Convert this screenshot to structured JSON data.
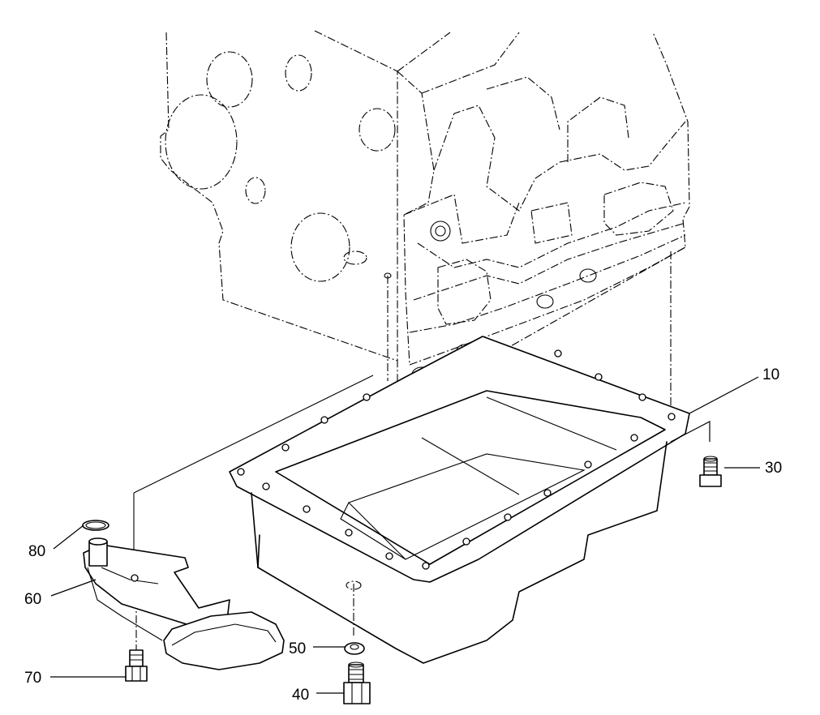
{
  "callouts": {
    "c10": "10",
    "c30": "30",
    "c40": "40",
    "c50": "50",
    "c60": "60",
    "c70": "70",
    "c80": "80"
  }
}
